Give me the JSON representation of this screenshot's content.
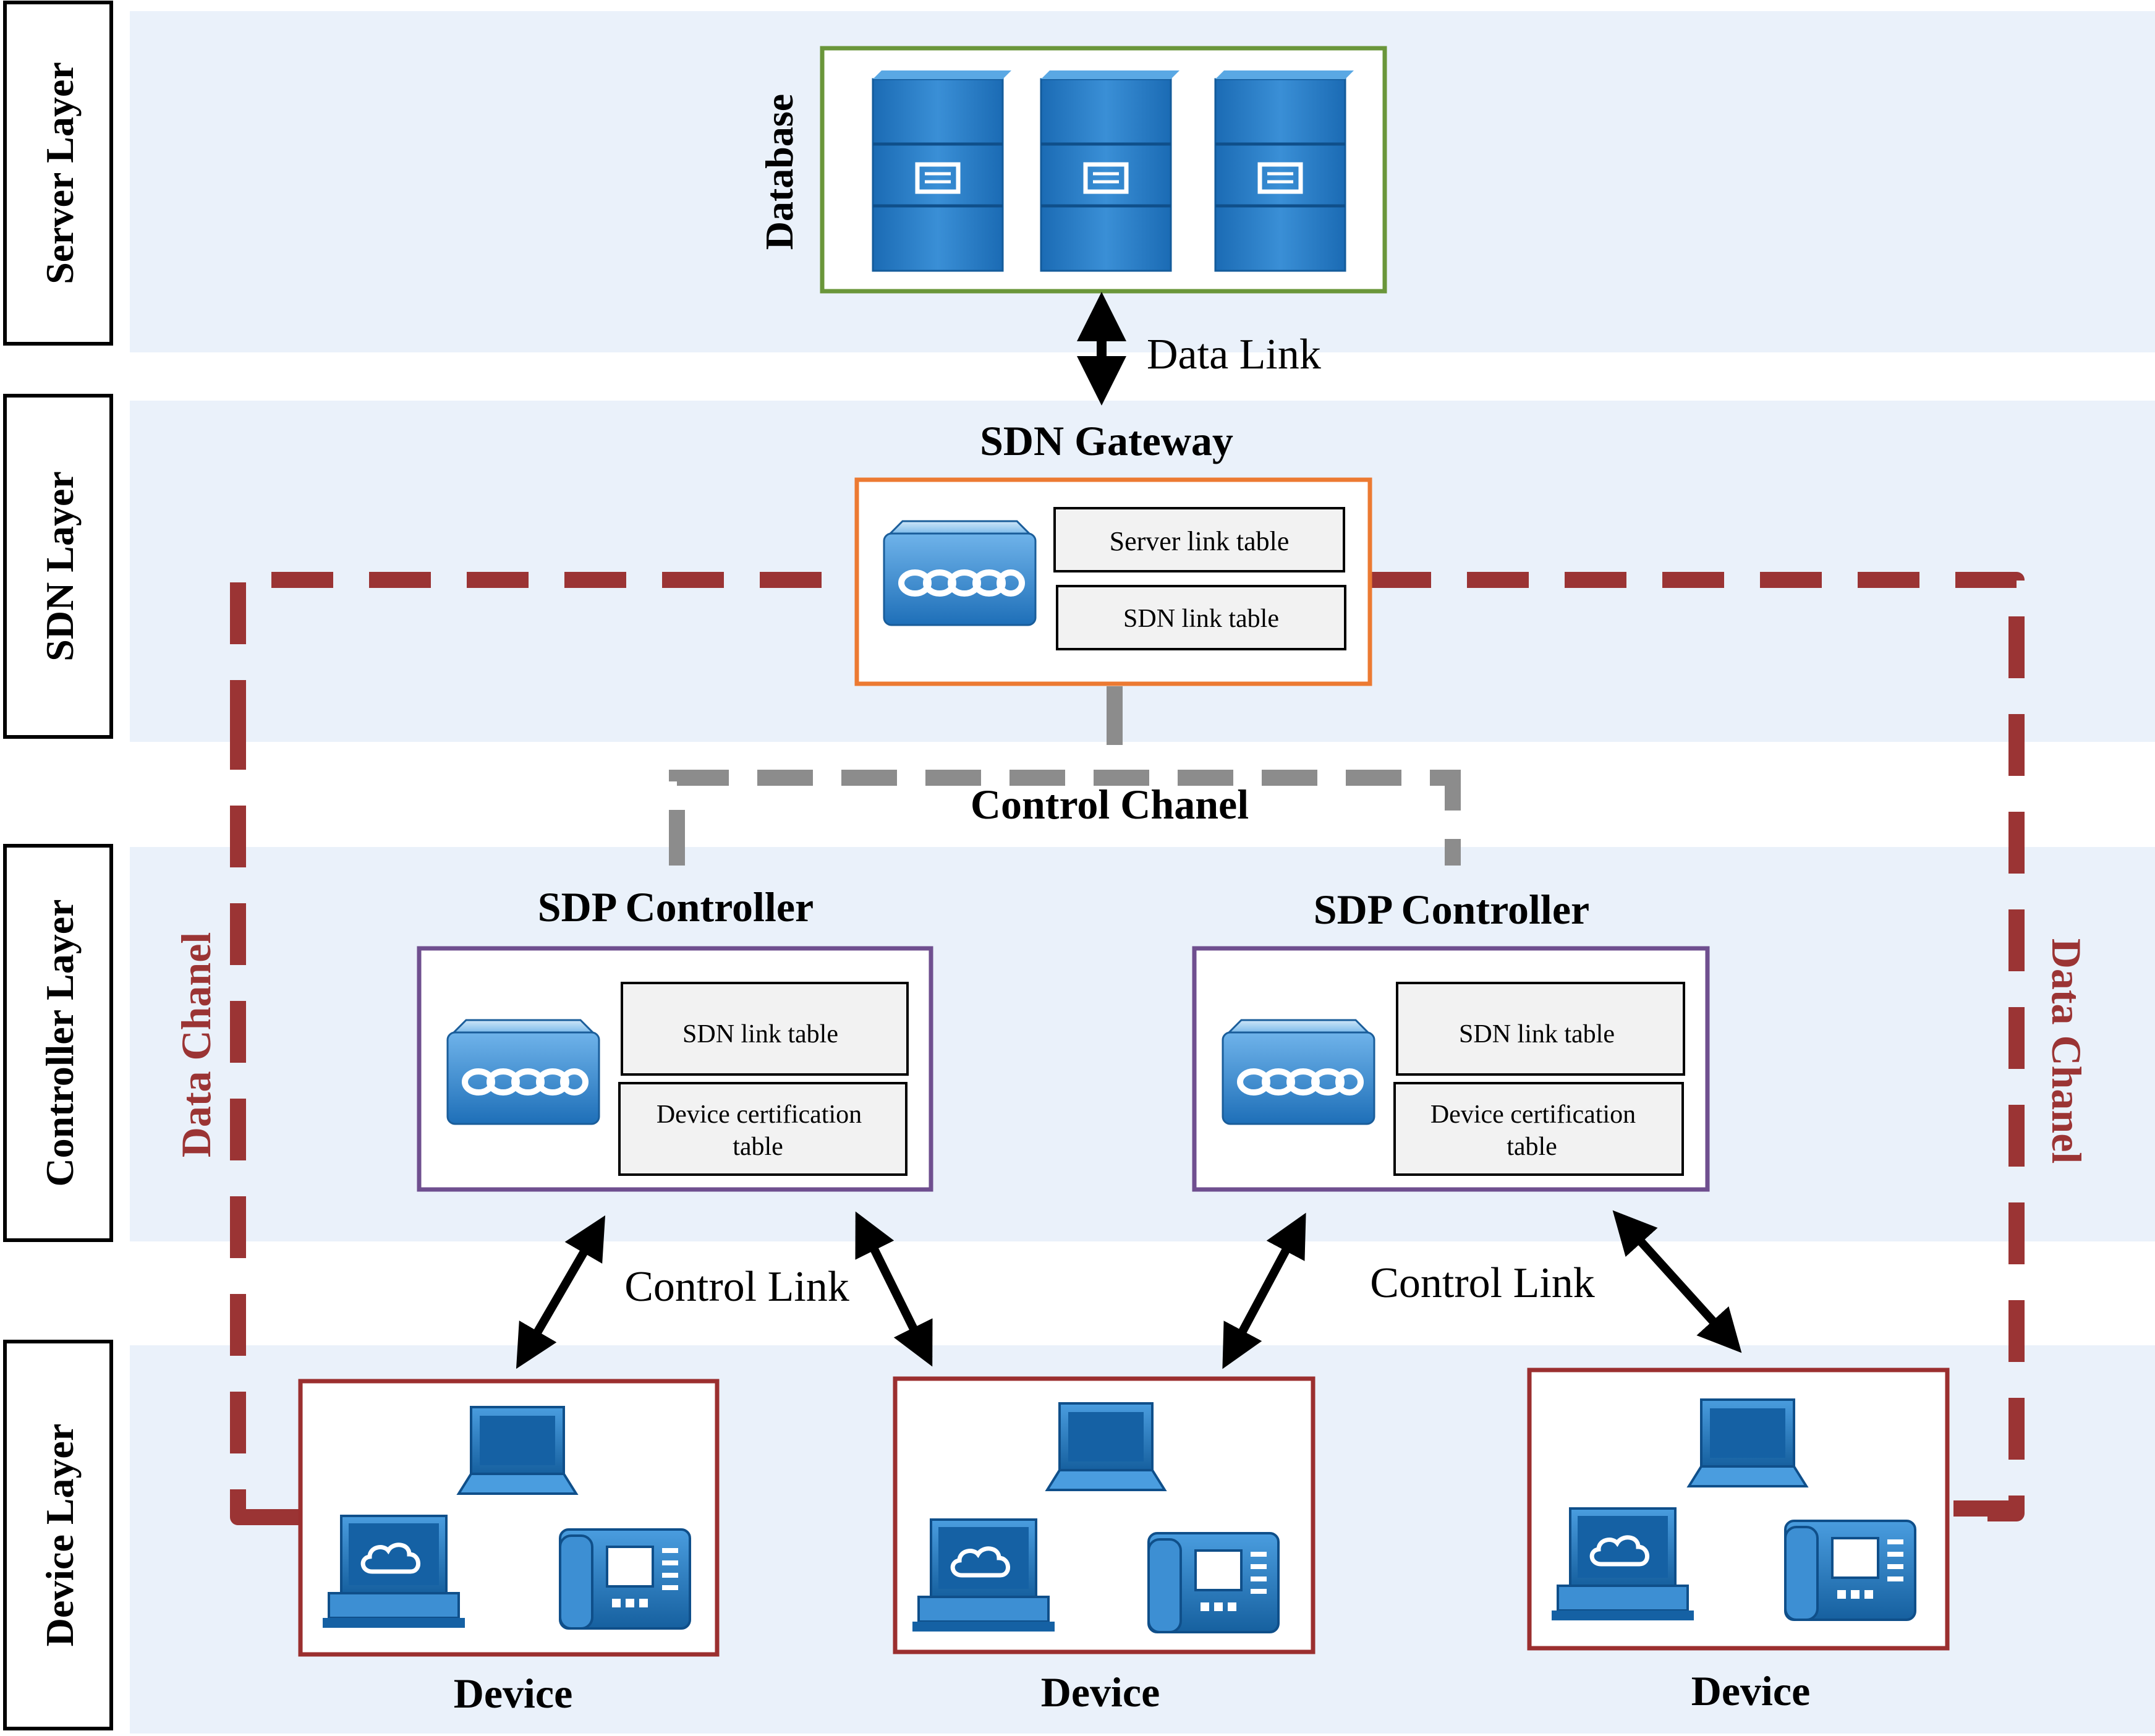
{
  "layers": [
    {
      "label": "Server Layer"
    },
    {
      "label": "SDN Layer"
    },
    {
      "label": "Controller Layer"
    },
    {
      "label": "Device Layer"
    }
  ],
  "database": {
    "label": "Database",
    "server_count": 3
  },
  "links": {
    "data_link": "Data Link",
    "control_link_left": "Control Link",
    "control_link_right": "Control Link"
  },
  "gateway": {
    "title": "SDN Gateway",
    "tables": [
      "Server link table",
      "SDN link table"
    ]
  },
  "channels": {
    "control": "Control Chanel",
    "data_left": "Data Chanel",
    "data_right": "Data Chanel"
  },
  "controllers": [
    {
      "title": "SDP Controller",
      "tables": [
        "SDN link table",
        "Device certification",
        "table"
      ]
    },
    {
      "title": "SDP Controller",
      "tables": [
        "SDN link table",
        "Device certification",
        "table"
      ]
    }
  ],
  "devices": [
    {
      "label": "Device"
    },
    {
      "label": "Device"
    },
    {
      "label": "Device"
    }
  ],
  "colors": {
    "band": "#eaf1fa",
    "database_border": "#6a963a",
    "gateway_border": "#ec7a32",
    "controller_border": "#6f4f8f",
    "device_border": "#9b2f2f",
    "data_channel": "#9b3434",
    "control_channel": "#8c8c8c",
    "icon_blue": "#1e6fb8"
  }
}
